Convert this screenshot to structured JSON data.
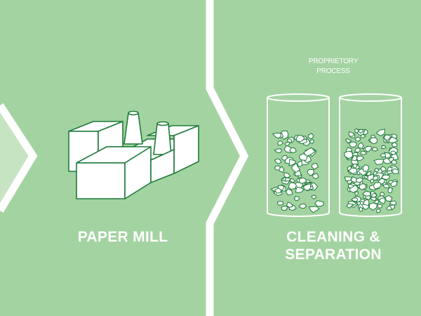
{
  "diagram": {
    "stages": [
      {
        "title": "PAPER MILL"
      },
      {
        "title_line1": "CLEANING &",
        "title_line2": "SEPARATION",
        "note_line1": "PROPRIETORY",
        "note_line2": "PROCESS"
      }
    ]
  },
  "colors": {
    "panel": "#a3d3a1",
    "panel_left_tip": "#c7e4c2",
    "divider": "#ffffff",
    "outline": "#1d7a3a",
    "fill": "#ffffff"
  },
  "icons": {
    "stage1": "paper-mill-factory-icon",
    "stage2": "paper-scraps-cylinder-icon"
  }
}
